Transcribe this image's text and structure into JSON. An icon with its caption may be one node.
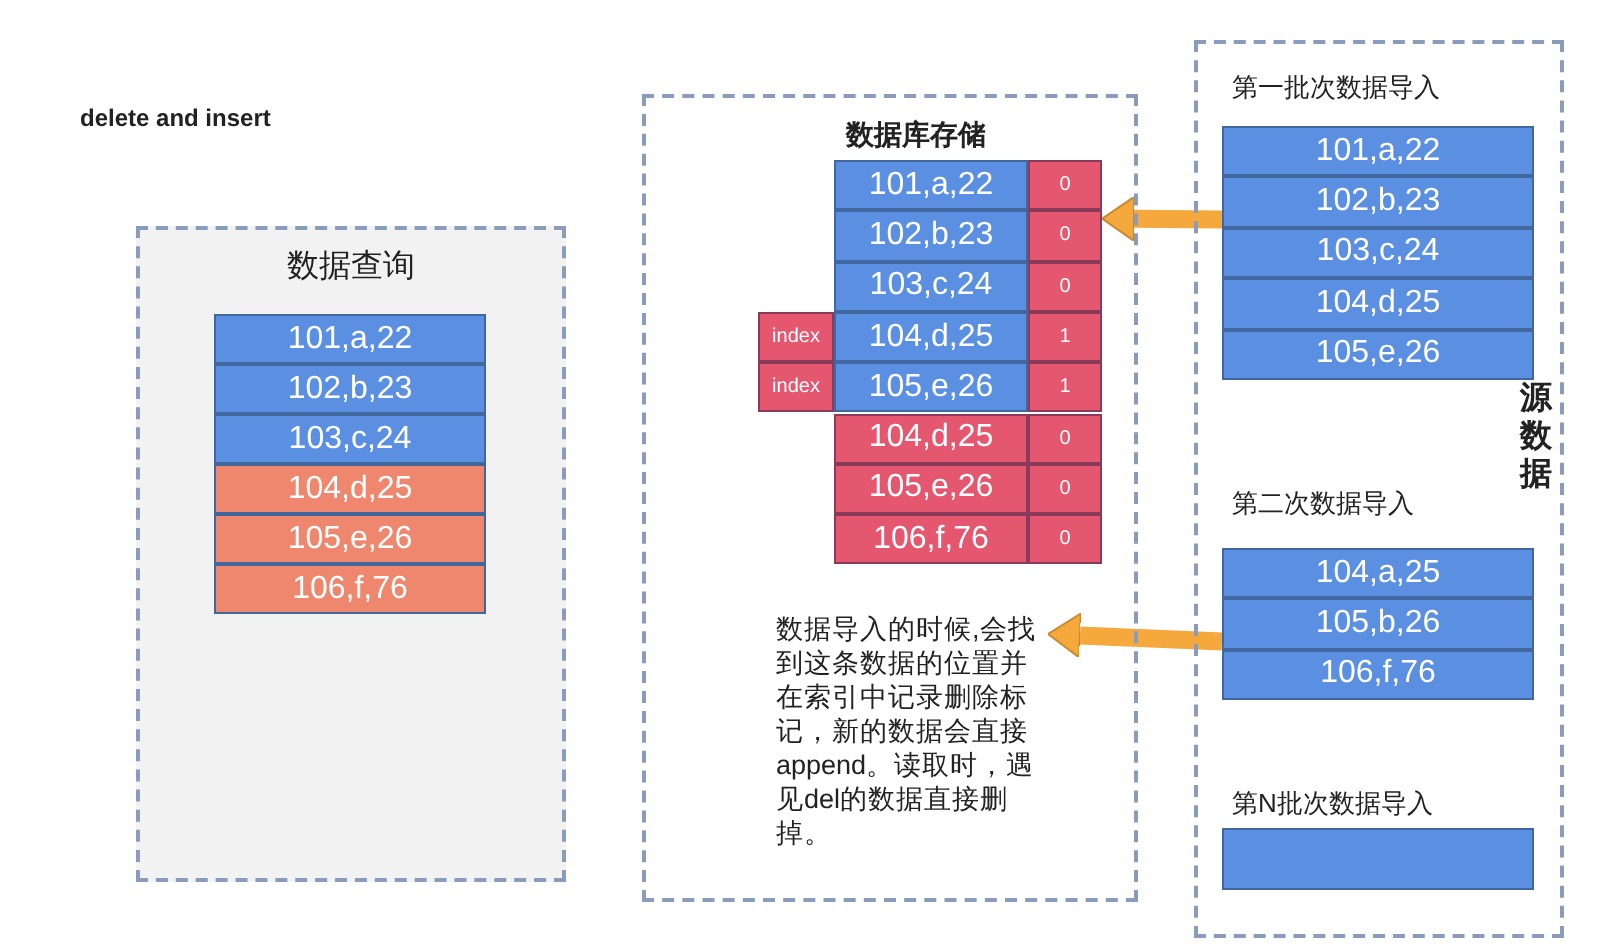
{
  "diagram": {
    "title": "delete and insert",
    "nodes": [
      {
        "text": [
          "数据查询"
        ]
      },
      {
        "text": [
          "101,a,22"
        ],
        "in": 0
      },
      {
        "text": [
          "102,b,23"
        ],
        "in": 0
      },
      {
        "text": [
          "103,c,24"
        ],
        "in": 0
      },
      {
        "text": [
          "104,d,25"
        ],
        "in": 0
      },
      {
        "text": [
          "105,e,26"
        ],
        "in": 0
      },
      {
        "text": [
          "106,f,76"
        ],
        "in": 0
      },
      {
        "text": [
          "数据库存储"
        ]
      },
      {
        "text": [
          "101,a,22"
        ],
        "in": 7
      },
      {
        "text": [
          "0"
        ],
        "in": 7
      },
      {
        "text": [
          "102,b,23"
        ],
        "in": 7
      },
      {
        "text": [
          "0"
        ],
        "in": 7
      },
      {
        "text": [
          "103,c,24"
        ],
        "in": 7
      },
      {
        "text": [
          "0"
        ],
        "in": 7
      },
      {
        "text": [
          "index"
        ],
        "in": 7
      },
      {
        "text": [
          "104,d,25"
        ],
        "in": 7
      },
      {
        "text": [
          "1"
        ],
        "in": 7
      },
      {
        "text": [
          "index"
        ],
        "in": 7
      },
      {
        "text": [
          "105,e,26"
        ],
        "in": 7
      },
      {
        "text": [
          "1"
        ],
        "in": 7
      },
      {
        "text": [
          "104,d,25"
        ],
        "in": 7
      },
      {
        "text": [
          "0"
        ],
        "in": 7
      },
      {
        "text": [
          "105,e,26"
        ],
        "in": 7
      },
      {
        "text": [
          "0"
        ],
        "in": 7
      },
      {
        "text": [
          "106,f,76"
        ],
        "in": 7
      },
      {
        "text": [
          "0"
        ],
        "in": 7
      },
      {
        "text": [
          "数据导入的时候,会找到这条数据的位置并在索引中记录删除标记，新的数据会直接append。读取时，遇见del的数据直接删掉。"
        ],
        "in": 7
      },
      {
        "text": [
          "源数据"
        ]
      },
      {
        "text": [
          "101,a,22"
        ],
        "in": 27
      },
      {
        "text": [
          "102,b,23"
        ],
        "in": 27
      },
      {
        "text": [
          "103,c,24"
        ],
        "in": 27
      },
      {
        "text": [
          "104,d,25"
        ],
        "in": 27
      },
      {
        "text": [
          "105,e,26"
        ],
        "in": 27
      },
      {
        "text": [
          "104,a,25"
        ],
        "in": 27
      },
      {
        "text": [
          "105,b,26"
        ],
        "in": 27
      },
      {
        "text": [
          "106,f,76"
        ],
        "in": 27
      },
      {
        "text": [],
        "shape": "bar",
        "in": 27
      }
    ],
    "edges": [
      {
        "from": 29,
        "to": 11,
        "arrow": "to"
      },
      {
        "from": 34,
        "to": 26,
        "arrow": "to"
      }
    ],
    "labels": [
      "第一批次数据导入",
      "第二次数据导入",
      "第N批次数据导入"
    ]
  }
}
